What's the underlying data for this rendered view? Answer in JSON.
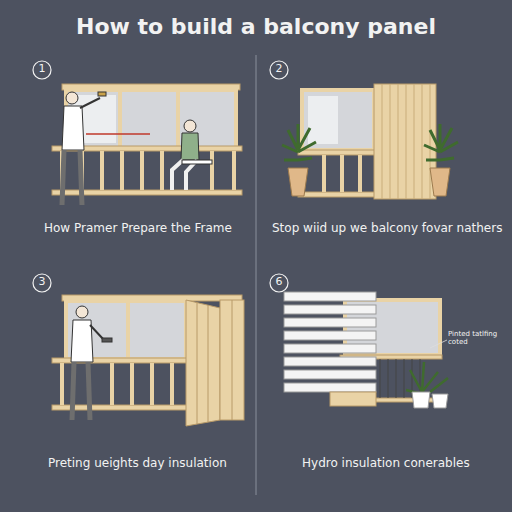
{
  "diagram": {
    "title": "How to build a balcony panel",
    "labels": [
      "1",
      "How Pramer Prepare the Frame",
      "2",
      "Stop wiid up we balcony fovar nathers",
      "3",
      "Preting ueights day insulation",
      "6",
      "Hydro insulation conerables",
      "Pinted tatlfing coted"
    ]
  }
}
